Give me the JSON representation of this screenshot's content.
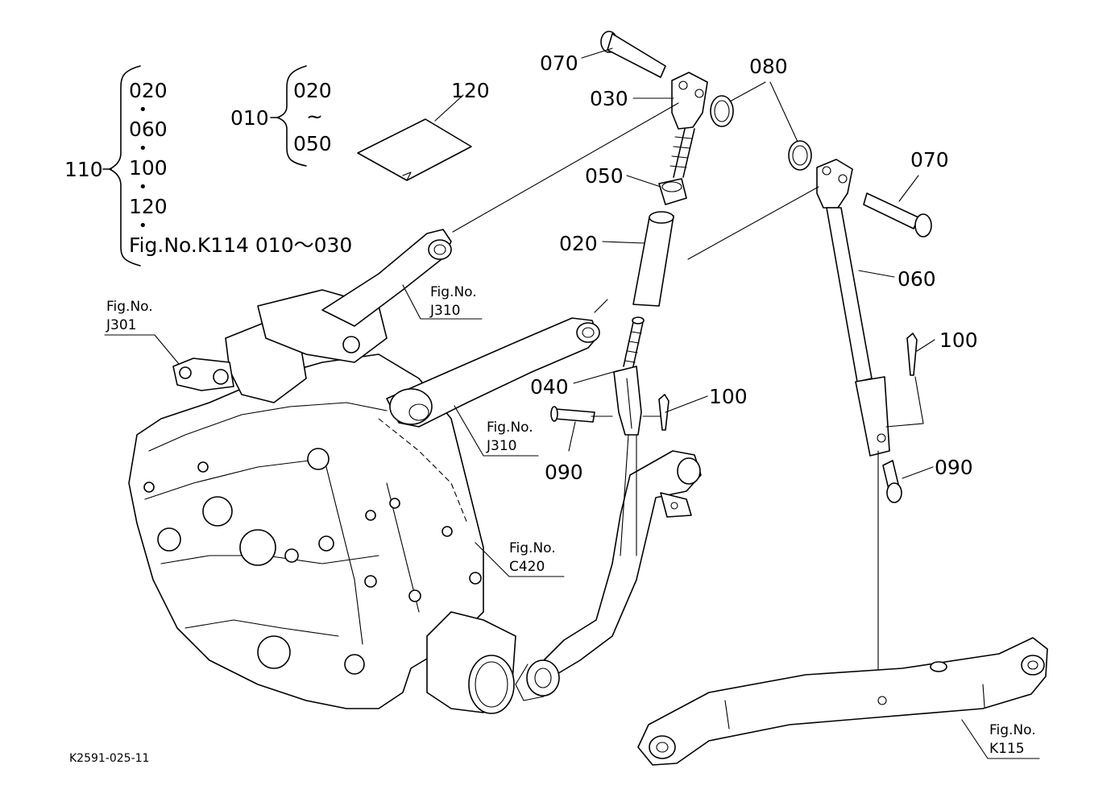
{
  "diagram": {
    "drawing_code": "K2591-025-11",
    "group_110": {
      "label": "110",
      "items": [
        "020",
        "060",
        "100",
        "120"
      ],
      "ref": "Fig.No.K114  010～030"
    },
    "group_010": {
      "label": "010",
      "from": "020",
      "tilde": "~",
      "to": "050"
    },
    "parts": {
      "p120": "120",
      "p070_top": "070",
      "p030": "030",
      "p080": "080",
      "p050": "050",
      "p070_right": "070",
      "p020": "020",
      "p060": "060",
      "p100_right": "100",
      "p040": "040",
      "p100_center": "100",
      "p090_left": "090",
      "p090_right": "090"
    },
    "refs": {
      "j301": {
        "line1": "Fig.No.",
        "line2": "J301"
      },
      "j310_upper": {
        "line1": "Fig.No.",
        "line2": "J310"
      },
      "j310_lower": {
        "line1": "Fig.No.",
        "line2": "J310"
      },
      "c420": {
        "line1": "Fig.No.",
        "line2": "C420"
      },
      "k115": {
        "line1": "Fig.No.",
        "line2": "K115"
      }
    }
  }
}
